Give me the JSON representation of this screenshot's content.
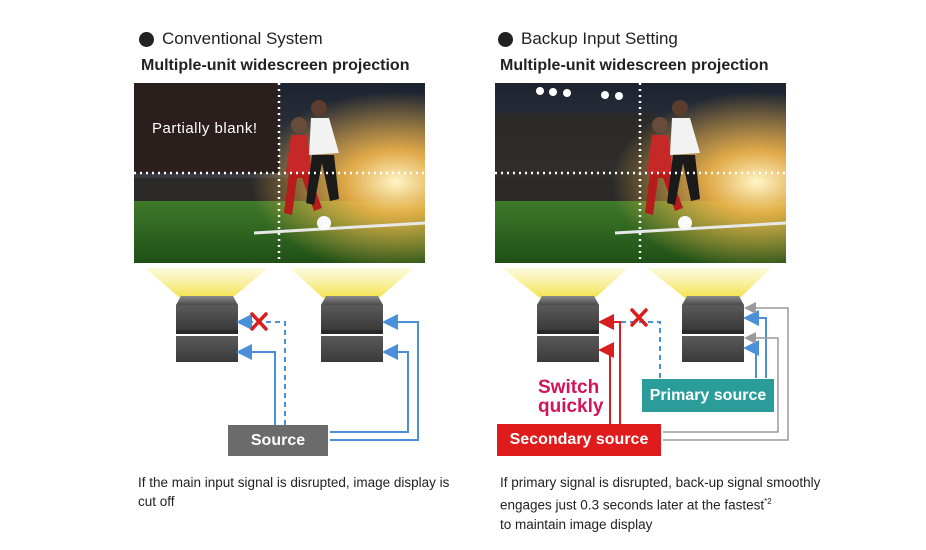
{
  "left": {
    "heading": "Conventional System",
    "subheading": "Multiple-unit widescreen projection",
    "blank_label": "Partially blank!",
    "source_label": "Source",
    "caption": "If the main input signal is disrupted, image display is cut off"
  },
  "right": {
    "heading": "Backup Input Setting",
    "subheading": "Multiple-unit widescreen projection",
    "switch_label_1": "Switch",
    "switch_label_2": "quickly",
    "primary_label": "Primary source",
    "secondary_label": "Secondary source",
    "caption_line1": "If primary signal is disrupted, back-up signal smoothly",
    "caption_line2": "engages just 0.3 seconds later at the fastest",
    "caption_note": "*2",
    "caption_line3": "to maintain image display"
  },
  "icons": [
    "bullet-icon",
    "projector-icon",
    "error-x-icon",
    "light-beam-icon",
    "arrow-icon"
  ],
  "colors": {
    "blue_signal": "#4a90d9",
    "red_signal": "#d81e1e",
    "primary_box": "#2a9d9a",
    "secondary_box": "#e01b1b",
    "source_box": "#6b6b6b",
    "switch_text": "#d4145a",
    "beam": "#f5e65c"
  }
}
